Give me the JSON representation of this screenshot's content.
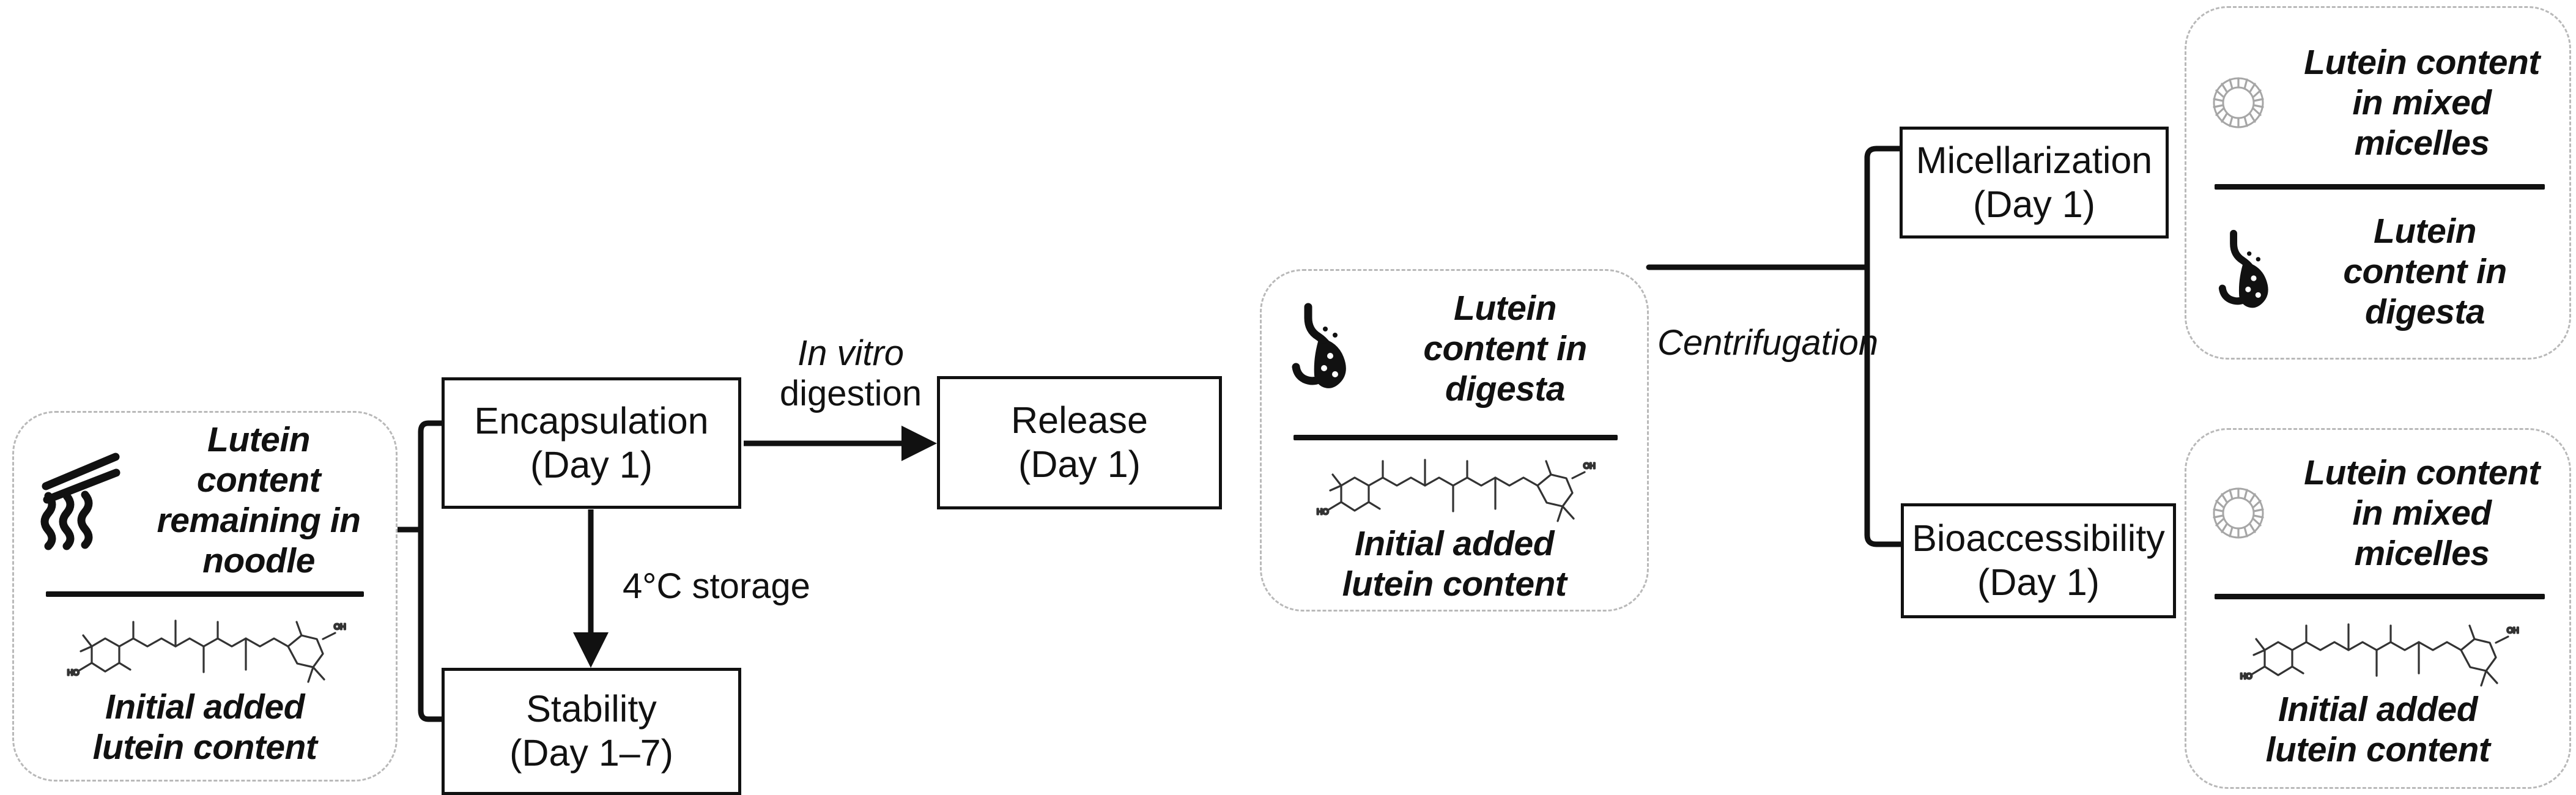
{
  "diagram": {
    "title": "Lutein noodle encapsulation, stability, release and bioaccessibility workflow",
    "type": "flowchart"
  },
  "nodes": {
    "encapsulation": {
      "line1": "Encapsulation",
      "line2": "(Day 1)"
    },
    "stability": {
      "line1": "Stability",
      "line2": "(Day 1–7)"
    },
    "release": {
      "line1": "Release",
      "line2": "(Day 1)"
    },
    "micellarization": {
      "line1": "Micellarization",
      "line2": "(Day 1)"
    },
    "bioaccessibility": {
      "line1": "Bioaccessibility",
      "line2": "(Day 1)"
    }
  },
  "edge_labels": {
    "storage": "4°C storage",
    "digestion_line1": "In vitro",
    "digestion_line2": "digestion",
    "centrifugation": "Centrifugation"
  },
  "ratio_panels": {
    "noodle": {
      "numerator": {
        "icon": "chopsticks-noodle-icon",
        "text": "Lutein content remaining in noodle"
      },
      "denominator": {
        "icon": "lutein-molecule-icon",
        "text": "Initial added lutein content"
      }
    },
    "digesta": {
      "numerator": {
        "icon": "stomach-icon",
        "text": "Lutein content in digesta"
      },
      "denominator": {
        "icon": "lutein-molecule-icon",
        "text": "Initial added lutein content"
      }
    },
    "micellarization": {
      "numerator": {
        "icon": "micelle-icon",
        "text": "Lutein content in mixed micelles"
      },
      "denominator": {
        "icon": "stomach-icon",
        "text": "Lutein content in digesta"
      }
    },
    "bioaccessibility": {
      "numerator": {
        "icon": "micelle-icon",
        "text": "Lutein content in mixed micelles"
      },
      "denominator": {
        "icon": "lutein-molecule-icon",
        "text": "Initial added lutein content"
      }
    }
  },
  "colors": {
    "stroke": "#111111",
    "dashed_panel_border": "#b9b9b9",
    "background": "#ffffff"
  }
}
